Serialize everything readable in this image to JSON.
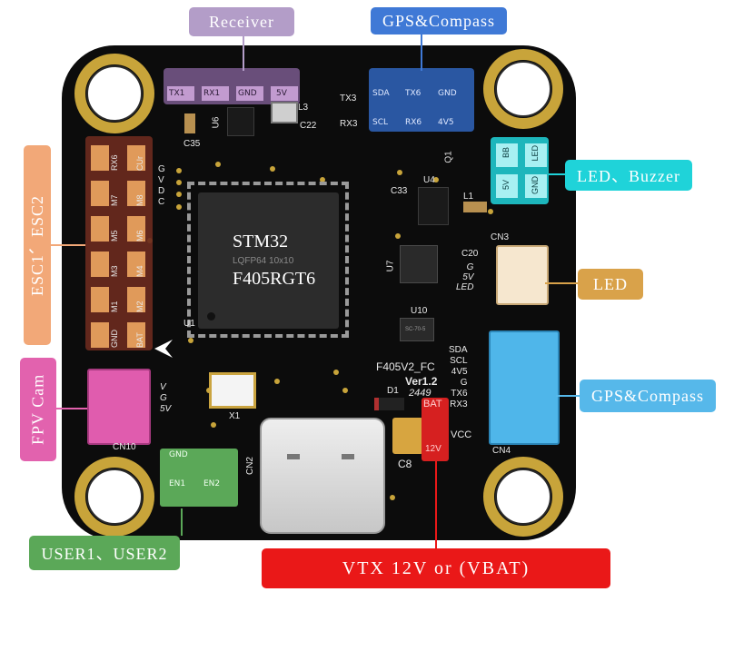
{
  "callouts": {
    "receiver": "Receiver",
    "gps_top": "GPS&Compass",
    "led_buzzer": "LED、Buzzer",
    "esc": "ESC1、ESC2",
    "led": "LED",
    "gps_right": "GPS&Compass",
    "fpv_cam": "FPV Cam",
    "user": "USER1、USER2",
    "vtx": "VTX 12V or (VBAT)"
  },
  "pads": {
    "receiver": [
      "TX1",
      "RX1",
      "GND",
      "5V"
    ],
    "gps_top_row1": [
      "TX3",
      "SDA",
      "TX6",
      "GND"
    ],
    "gps_top_row2": [
      "RX3",
      "SCL",
      "RX6",
      "4V5"
    ],
    "esc_col1": [
      "RX6",
      "M7",
      "M5",
      "M3",
      "M1",
      "GND"
    ],
    "esc_col2": [
      "CUr",
      "M8",
      "M6",
      "M4",
      "M2",
      "BAT"
    ],
    "led_buzzer": [
      "5V",
      "BB",
      "GND",
      "LED"
    ],
    "user": [
      "GND",
      "EN1",
      "EN2"
    ],
    "bat_vcc": [
      "BAT",
      "12V",
      "VCC"
    ]
  },
  "silkscreen": {
    "mcu_line1": "STM32",
    "mcu_line2": "LQFP64 10x10",
    "mcu_line3": "F405RGT6",
    "board_name": "F405V2_FC",
    "version": "Ver1.2",
    "date_code": "2449",
    "u1": "U1",
    "u4": "U4",
    "u6": "U6",
    "u7": "U7",
    "u10": "U10",
    "c35": "C35",
    "c22": "C22",
    "c33": "C33",
    "c20": "C20",
    "c8": "C8",
    "l1": "L1",
    "l3": "L3",
    "x1": "X1",
    "d1": "D1",
    "q1": "Q1",
    "cn2": "CN2",
    "cn3": "CN3",
    "cn4": "CN4",
    "cn10": "CN10",
    "gvdc": [
      "G",
      "V",
      "D",
      "C"
    ],
    "cn3_labels": [
      "G",
      "5V",
      "LED"
    ],
    "cn10_labels": [
      "V",
      "G",
      "5V"
    ],
    "cn4_labels": [
      "SDA",
      "SCL",
      "4V5",
      "G",
      "TX6",
      "RX3"
    ],
    "sc_chip": "SC-70-5"
  },
  "colors": {
    "board": "#0c0c0c",
    "receiver": "#b39dc8",
    "gps": "#3f79d6",
    "led_buzzer": "#1fd3d9",
    "esc": "#f2a878",
    "led": "#d9a24a",
    "gps_right": "#56b8ea",
    "fpv_cam": "#e262ae",
    "user": "#5ba858",
    "vtx": "#ea1818",
    "gold": "#c8a43a"
  }
}
